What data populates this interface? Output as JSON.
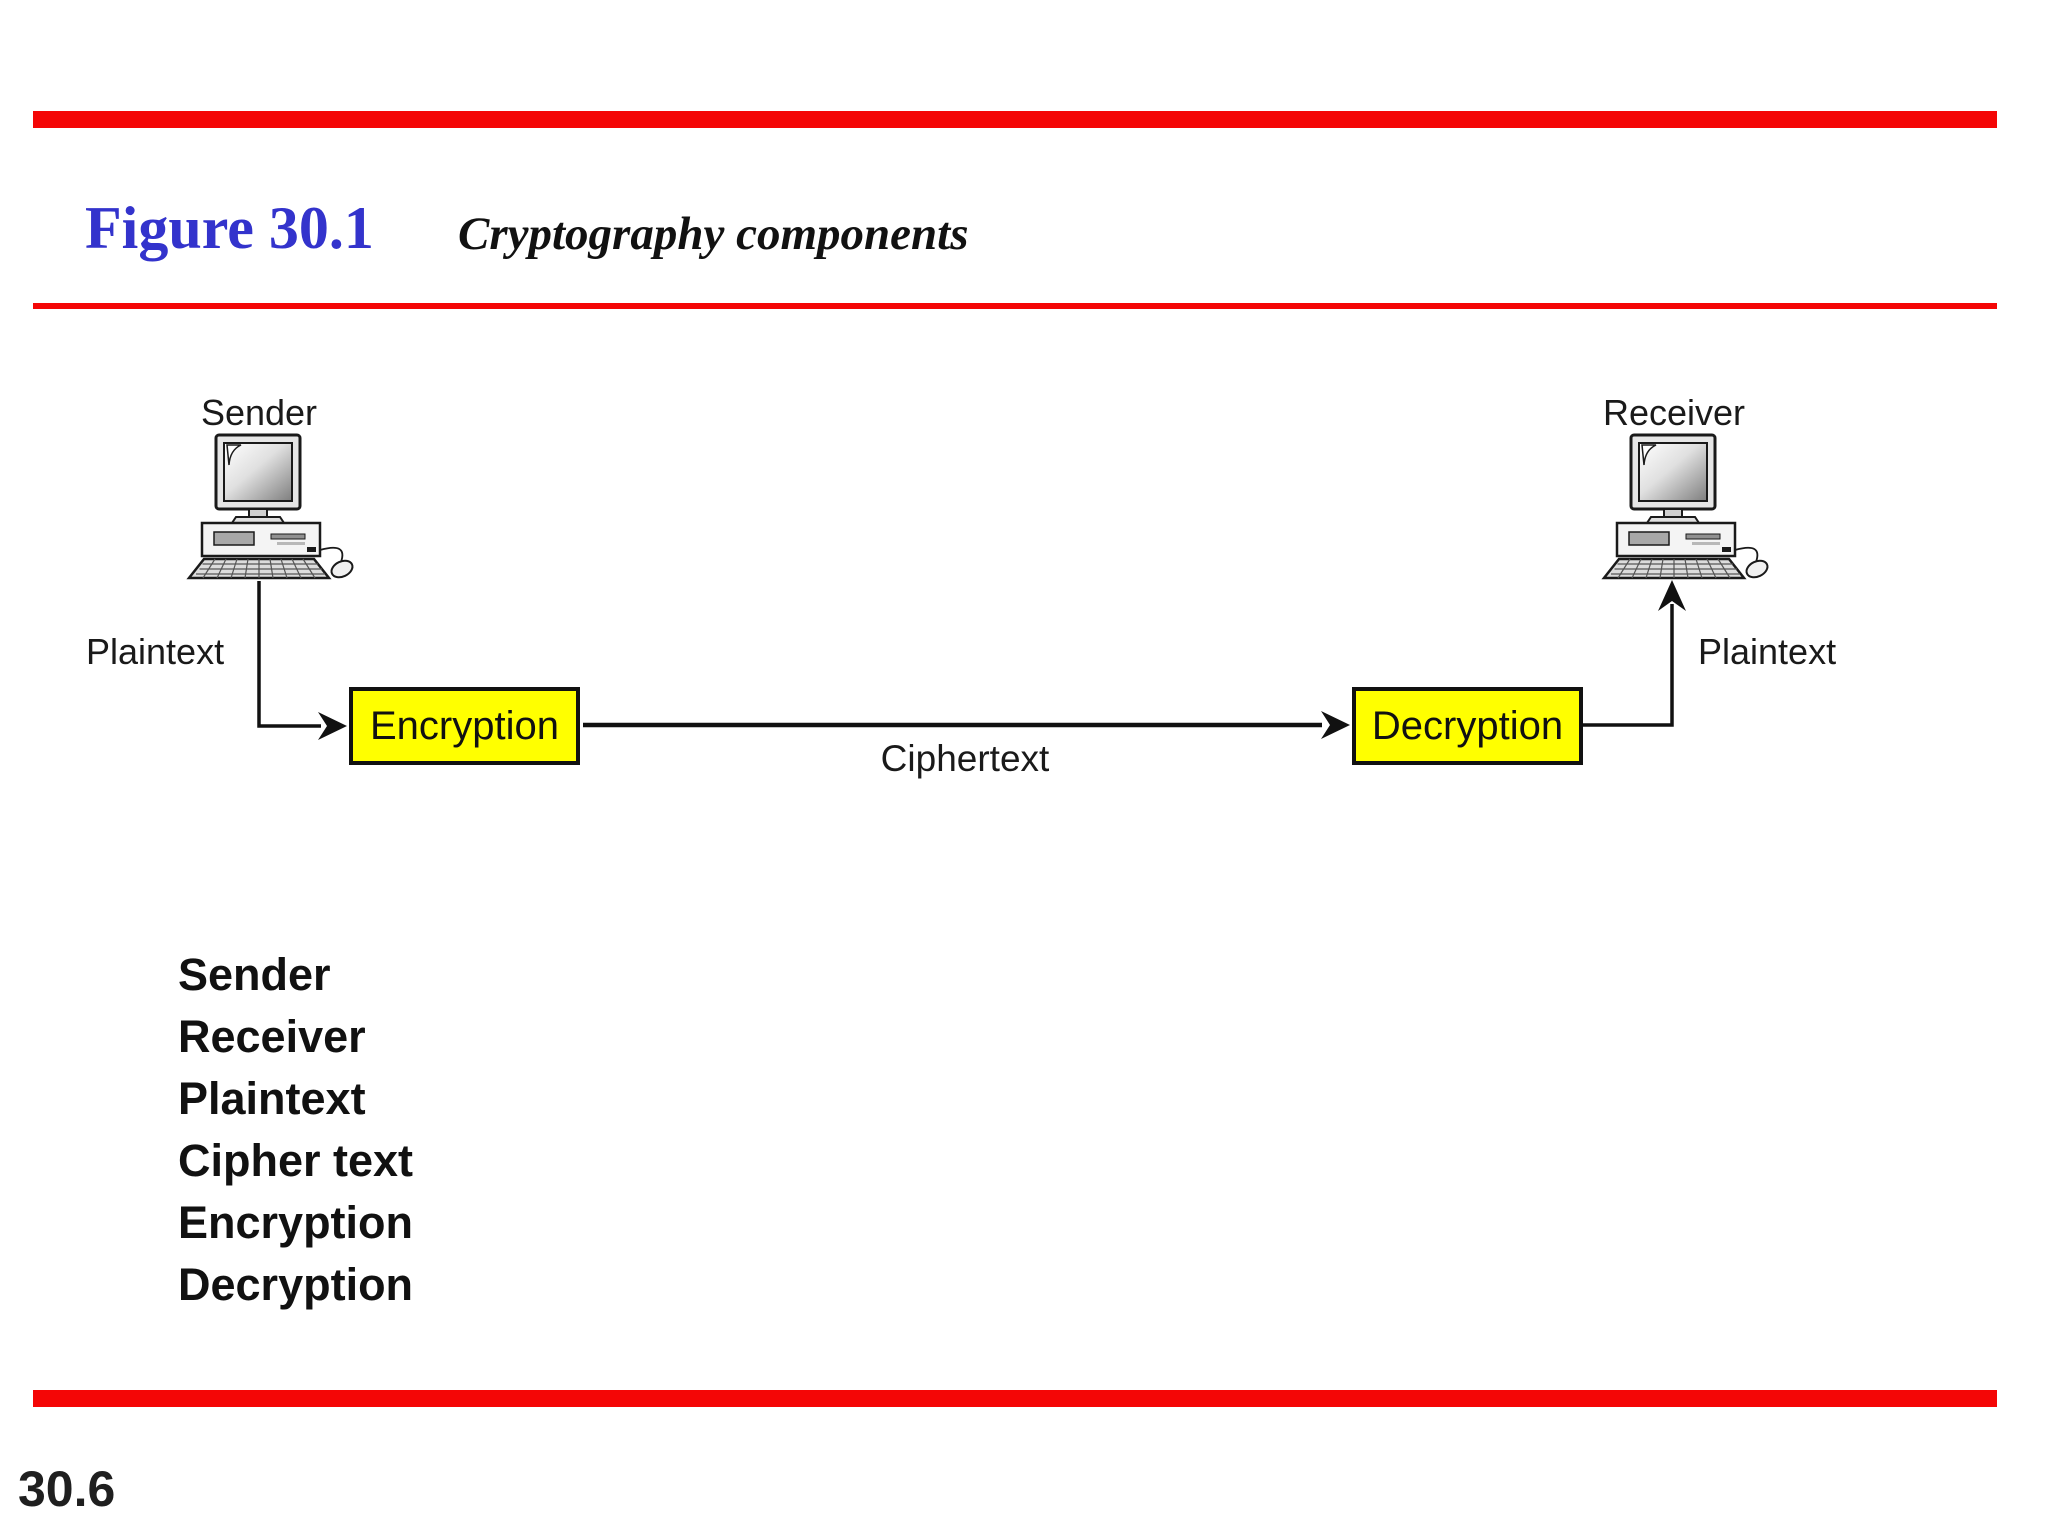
{
  "slide": {
    "figure_label": "Figure 30.1",
    "figure_title": "Cryptography components",
    "page_number": "30.6"
  },
  "colors": {
    "accent_red": "#f40606",
    "title_blue": "#3333cc",
    "box_yellow": "#ffff00"
  },
  "diagram": {
    "sender_label": "Sender",
    "receiver_label": "Receiver",
    "plaintext_left_label": "Plaintext",
    "plaintext_right_label": "Plaintext",
    "encryption_label": "Encryption",
    "decryption_label": "Decryption",
    "ciphertext_label": "Ciphertext"
  },
  "terms": [
    "Sender",
    "Receiver",
    "Plaintext",
    "Cipher text",
    "Encryption",
    "Decryption"
  ]
}
